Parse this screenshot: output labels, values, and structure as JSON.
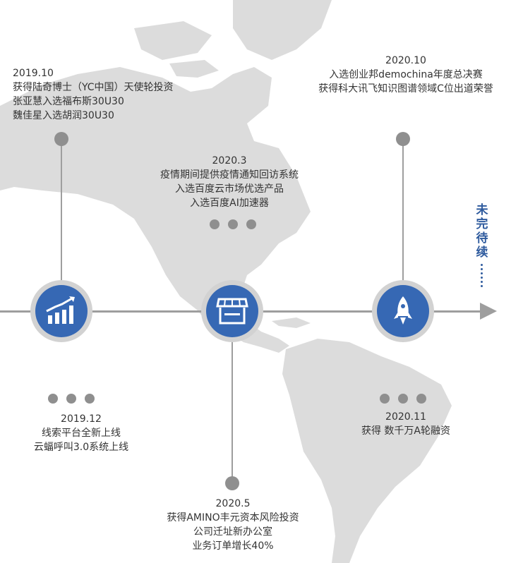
{
  "colors": {
    "node_blue": "#3668b4",
    "node_ring": "#d2d2d2",
    "line_gray": "#9e9e9e",
    "map_gray": "#dcdcdc",
    "text": "#333333",
    "unfinished_blue": "#2f5b9e"
  },
  "icons": [
    "bar-chart-growth-icon",
    "storefront-icon",
    "rocket-icon"
  ],
  "milestones": [
    {
      "date": "2019.10",
      "lines": [
        "获得陆奇博士（YC中国）天使轮投资",
        "张亚慧入选福布斯30U30",
        "魏佳星入选胡润30U30"
      ]
    },
    {
      "date": "2019.12",
      "lines": [
        "线索平台全新上线",
        "云蝠呼叫3.0系统上线"
      ]
    },
    {
      "date": "2020.3",
      "lines": [
        "疫情期间提供疫情通知回访系统",
        "入选百度云市场优选产品",
        "入选百度AI加速器"
      ]
    },
    {
      "date": "2020.5",
      "lines": [
        "获得AMINO丰元资本风险投资",
        "公司迁址新办公室",
        "业务订单增长40%"
      ]
    },
    {
      "date": "2020.10",
      "lines": [
        "入选创业邦demochina年度总决赛",
        "获得科大讯飞知识图谱领域C位出道荣誉"
      ]
    },
    {
      "date": "2020.11",
      "lines": [
        "获得 数千万A轮融资"
      ]
    }
  ],
  "unfinished": "未完待续"
}
